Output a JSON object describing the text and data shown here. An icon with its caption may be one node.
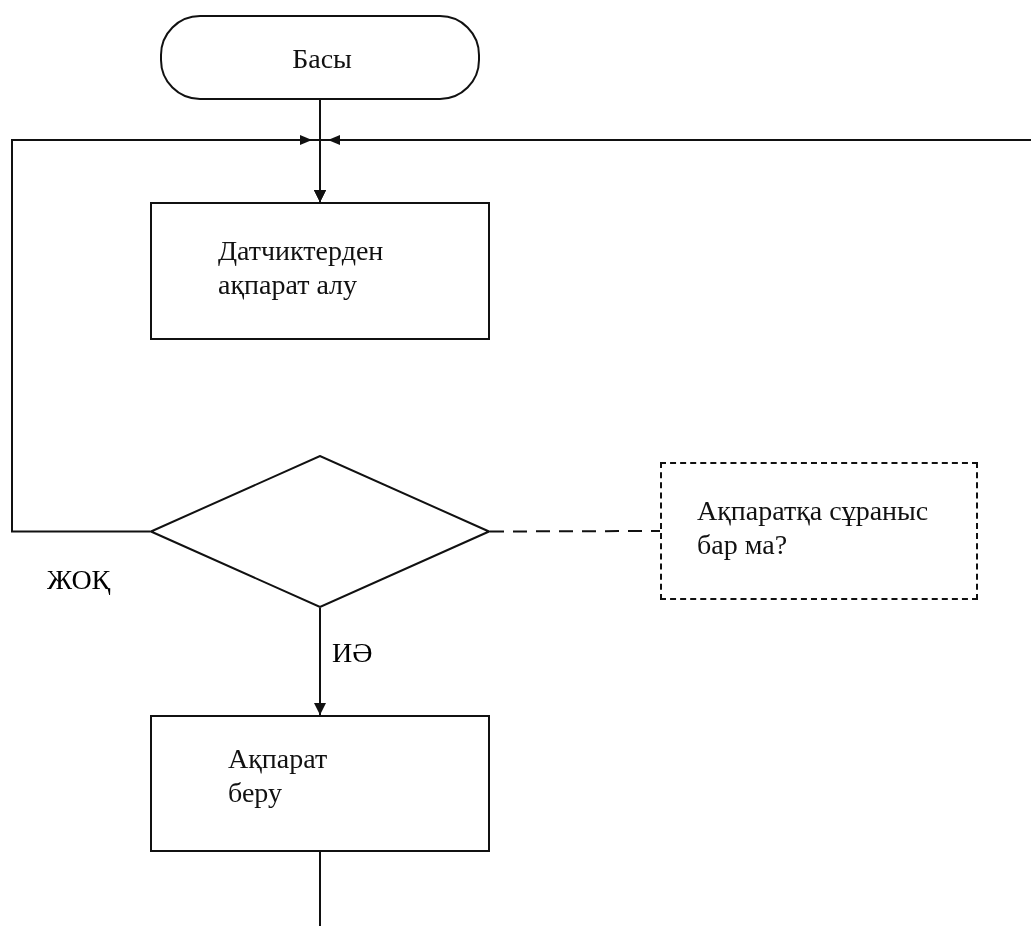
{
  "diagram": {
    "nodes": [
      {
        "text": [
          "Басы"
        ]
      },
      {
        "text": [
          "Датчиктерден ақпарат алу"
        ]
      },
      {
        "text": [],
        "shape": "diamond"
      },
      {
        "text": [
          "Ақпаратқа сұраныс бар ма?"
        ]
      },
      {
        "text": [
          "Ақпарат беру"
        ]
      }
    ],
    "edges": [
      {
        "from": 0,
        "to": 1,
        "arrow": "to"
      },
      {
        "from": 2,
        "to": 1,
        "arrow": "to",
        "label": "ЖОҚ"
      },
      {
        "from": null,
        "to": 1,
        "arrow": "to"
      },
      {
        "from": 2,
        "to": 3,
        "arrow": "none",
        "style": "dashed"
      },
      {
        "from": 2,
        "to": 4,
        "arrow": "to",
        "label": "ИӘ"
      },
      {
        "from": 4,
        "to": null,
        "arrow": "none"
      }
    ]
  }
}
